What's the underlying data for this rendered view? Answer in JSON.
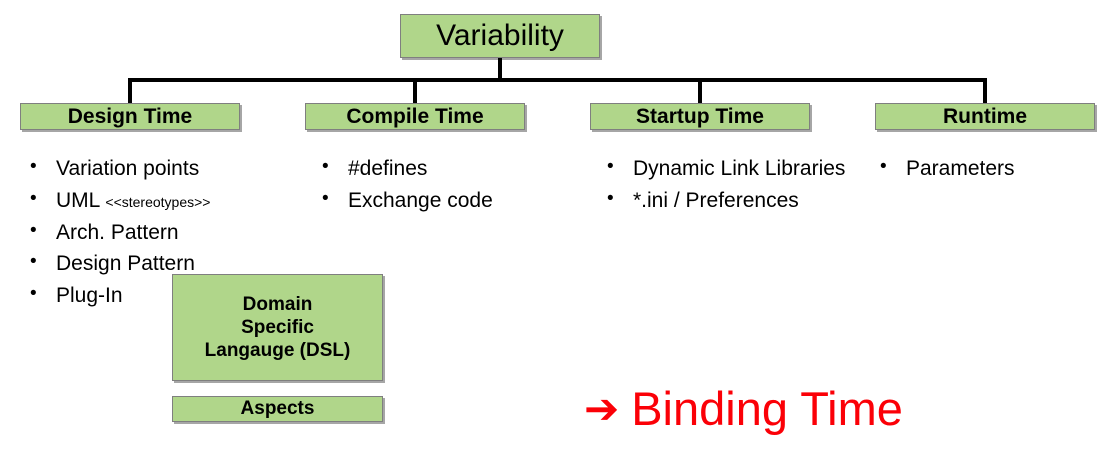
{
  "diagram": {
    "root": {
      "label": "Variability"
    },
    "columns": [
      {
        "header": "Design Time",
        "items": [
          {
            "text": "Variation points"
          },
          {
            "text": "UML ",
            "suffix": "<<stereotypes>>"
          },
          {
            "text": "Arch. Pattern"
          },
          {
            "text": "Design Pattern"
          },
          {
            "text": "Plug-In"
          }
        ]
      },
      {
        "header": "Compile Time",
        "items": [
          {
            "text": "#defines"
          },
          {
            "text": "Exchange code"
          }
        ]
      },
      {
        "header": "Startup Time",
        "items": [
          {
            "text": "Dynamic Link Libraries"
          },
          {
            "text": "*.ini / Preferences"
          }
        ]
      },
      {
        "header": "Runtime",
        "items": [
          {
            "text": "Parameters"
          }
        ]
      }
    ],
    "extra_boxes": [
      {
        "lines": [
          "Domain",
          "Specific",
          "Langauge (DSL)"
        ]
      },
      {
        "lines": [
          "Aspects"
        ]
      }
    ],
    "callout": {
      "arrow": "➔",
      "text": "Binding Time",
      "color": "#fb0007"
    },
    "bullet_marker": "•",
    "colors": {
      "box_fill": "#b0d68a",
      "box_border": "#7f7f7f",
      "connector": "#000000",
      "text": "#000000"
    }
  }
}
